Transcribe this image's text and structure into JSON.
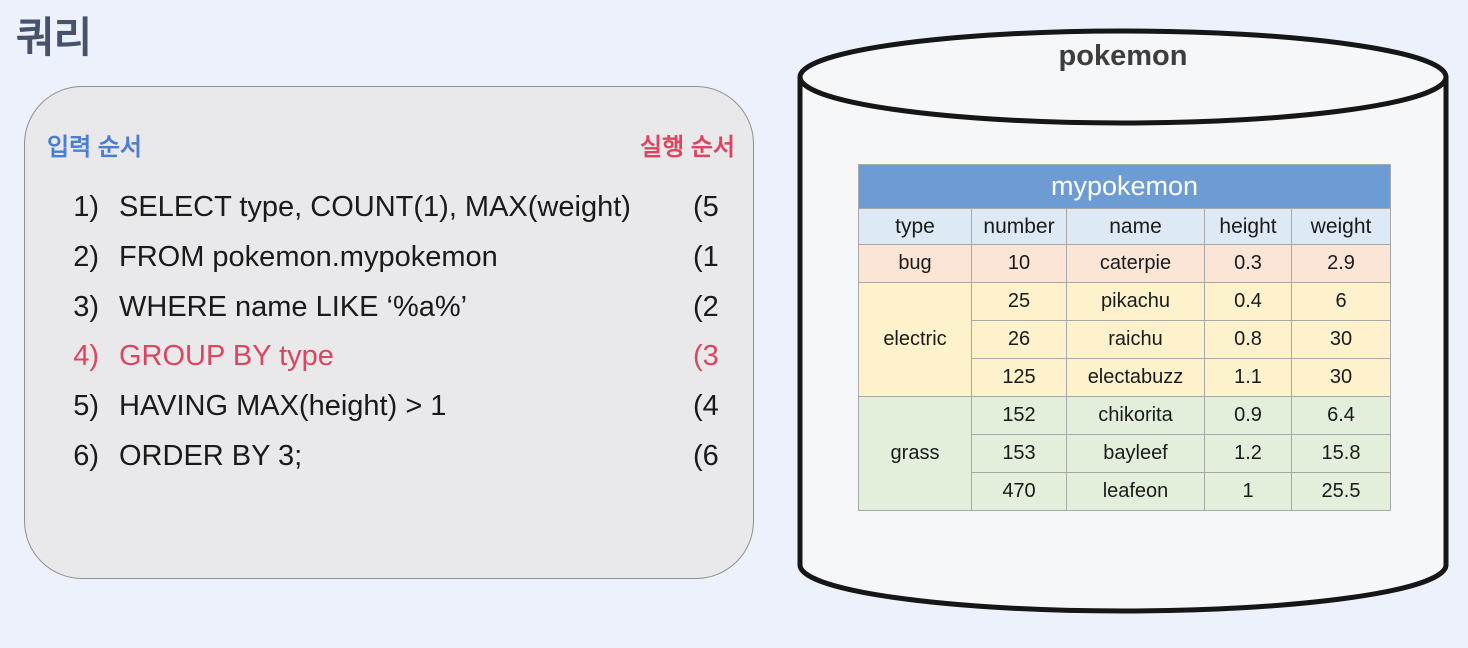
{
  "page": {
    "title": "쿼리",
    "background": "#edf1fc",
    "title_color": "#47536b"
  },
  "query_panel": {
    "input_order_label": "입력 순서",
    "exec_order_label": "실행 순서",
    "accent_blue": "#4a7ed2",
    "accent_red": "#dc4560",
    "panel_bg": "#e9e8ea",
    "lines": [
      {
        "num": "1)",
        "text": "SELECT type, COUNT(1), MAX(weight)",
        "exec": "(5",
        "highlight": false
      },
      {
        "num": "2)",
        "text": "FROM pokemon.mypokemon",
        "exec": "(1",
        "highlight": false
      },
      {
        "num": "3)",
        "text": "WHERE name LIKE ‘%a%’",
        "exec": "(2",
        "highlight": false
      },
      {
        "num": "4)",
        "text": "GROUP BY type",
        "exec": "(3",
        "highlight": true
      },
      {
        "num": "5)",
        "text": "HAVING MAX(height) > 1",
        "exec": "(4",
        "highlight": false
      },
      {
        "num": "6)",
        "text": "ORDER BY 3;",
        "exec": "(6",
        "highlight": false
      }
    ]
  },
  "database": {
    "name": "pokemon",
    "cylinder_fill": "#f6f7f9",
    "cylinder_stroke": "#161616",
    "table": {
      "title": "mypokemon",
      "title_bg": "#6d9cd4",
      "header_bg": "#dde9f5",
      "columns": [
        "type",
        "number",
        "name",
        "height",
        "weight"
      ],
      "groups": [
        {
          "type": "bug",
          "bg": "#fbe5d7",
          "rows": [
            [
              "10",
              "caterpie",
              "0.3",
              "2.9"
            ]
          ]
        },
        {
          "type": "electric",
          "bg": "#fdf2cc",
          "rows": [
            [
              "25",
              "pikachu",
              "0.4",
              "6"
            ],
            [
              "26",
              "raichu",
              "0.8",
              "30"
            ],
            [
              "125",
              "electabuzz",
              "1.1",
              "30"
            ]
          ]
        },
        {
          "type": "grass",
          "bg": "#e3efda",
          "rows": [
            [
              "152",
              "chikorita",
              "0.9",
              "6.4"
            ],
            [
              "153",
              "bayleef",
              "1.2",
              "15.8"
            ],
            [
              "470",
              "leafeon",
              "1",
              "25.5"
            ]
          ]
        }
      ]
    }
  }
}
